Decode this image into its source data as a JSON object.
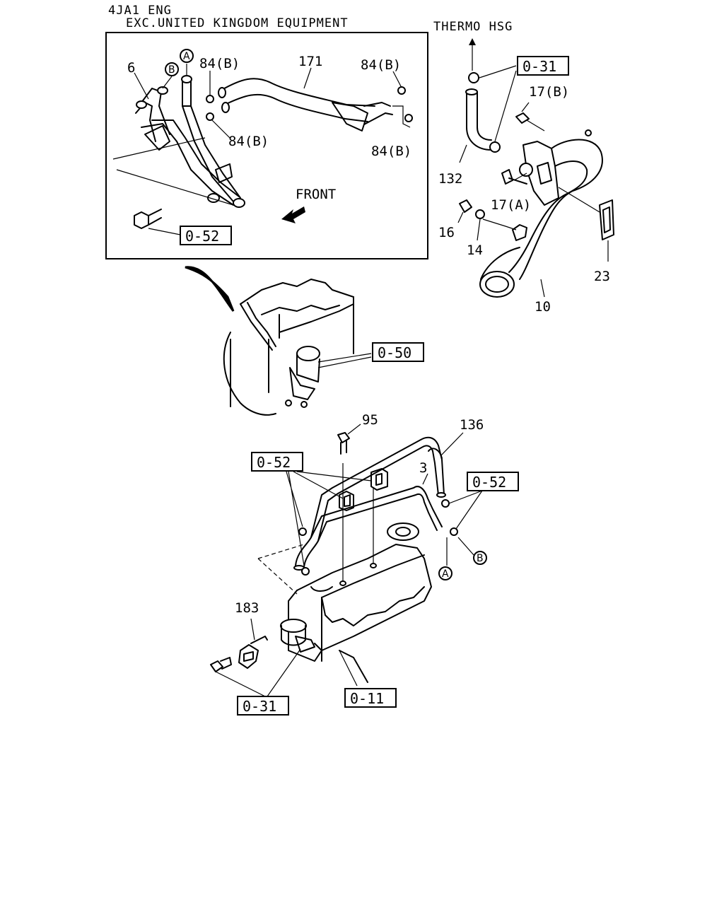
{
  "header": {
    "line1": "4JA1 ENG",
    "line2": "EXC.UNITED KINGDOM EQUIPMENT"
  },
  "labels": {
    "thermo_hsg": "THERMO HSG",
    "front": "FRONT",
    "p6": "6",
    "p171": "171",
    "p84b_1": "84(B)",
    "p84b_2": "84(B)",
    "p84b_3": "84(B)",
    "p84b_4": "84(B)",
    "p17b": "17(B)",
    "p17a": "17(A)",
    "p132": "132",
    "p16": "16",
    "p14": "14",
    "p23": "23",
    "p10": "10",
    "p95": "95",
    "p136": "136",
    "p3": "3",
    "p183": "183"
  },
  "callouts": {
    "a": "A",
    "b": "B"
  },
  "refs": {
    "r031_top": "0-31",
    "r052_inset": "0-52",
    "r050": "0-50",
    "r052_left": "0-52",
    "r052_right": "0-52",
    "r031_bottom": "0-31",
    "r011": "0-11"
  }
}
